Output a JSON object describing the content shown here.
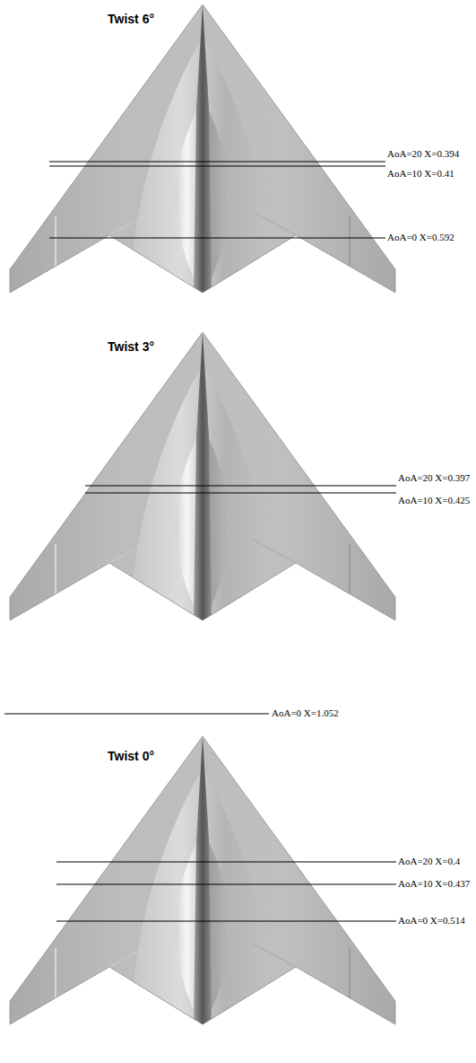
{
  "diagram": {
    "labels": [
      "Twist 6°",
      "AoA=20 X=0.394",
      "AoA=10 X=0.41",
      "AoA=0 X=0.592",
      "Twist 3°",
      "AoA=20 X=0.397",
      "AoA=10 X=0.425",
      "AoA=0 X=1.052",
      "Twist 0°",
      "AoA=20 X=0.4",
      "AoA=10 X=0.437",
      "AoA=0 X=0.514"
    ]
  }
}
